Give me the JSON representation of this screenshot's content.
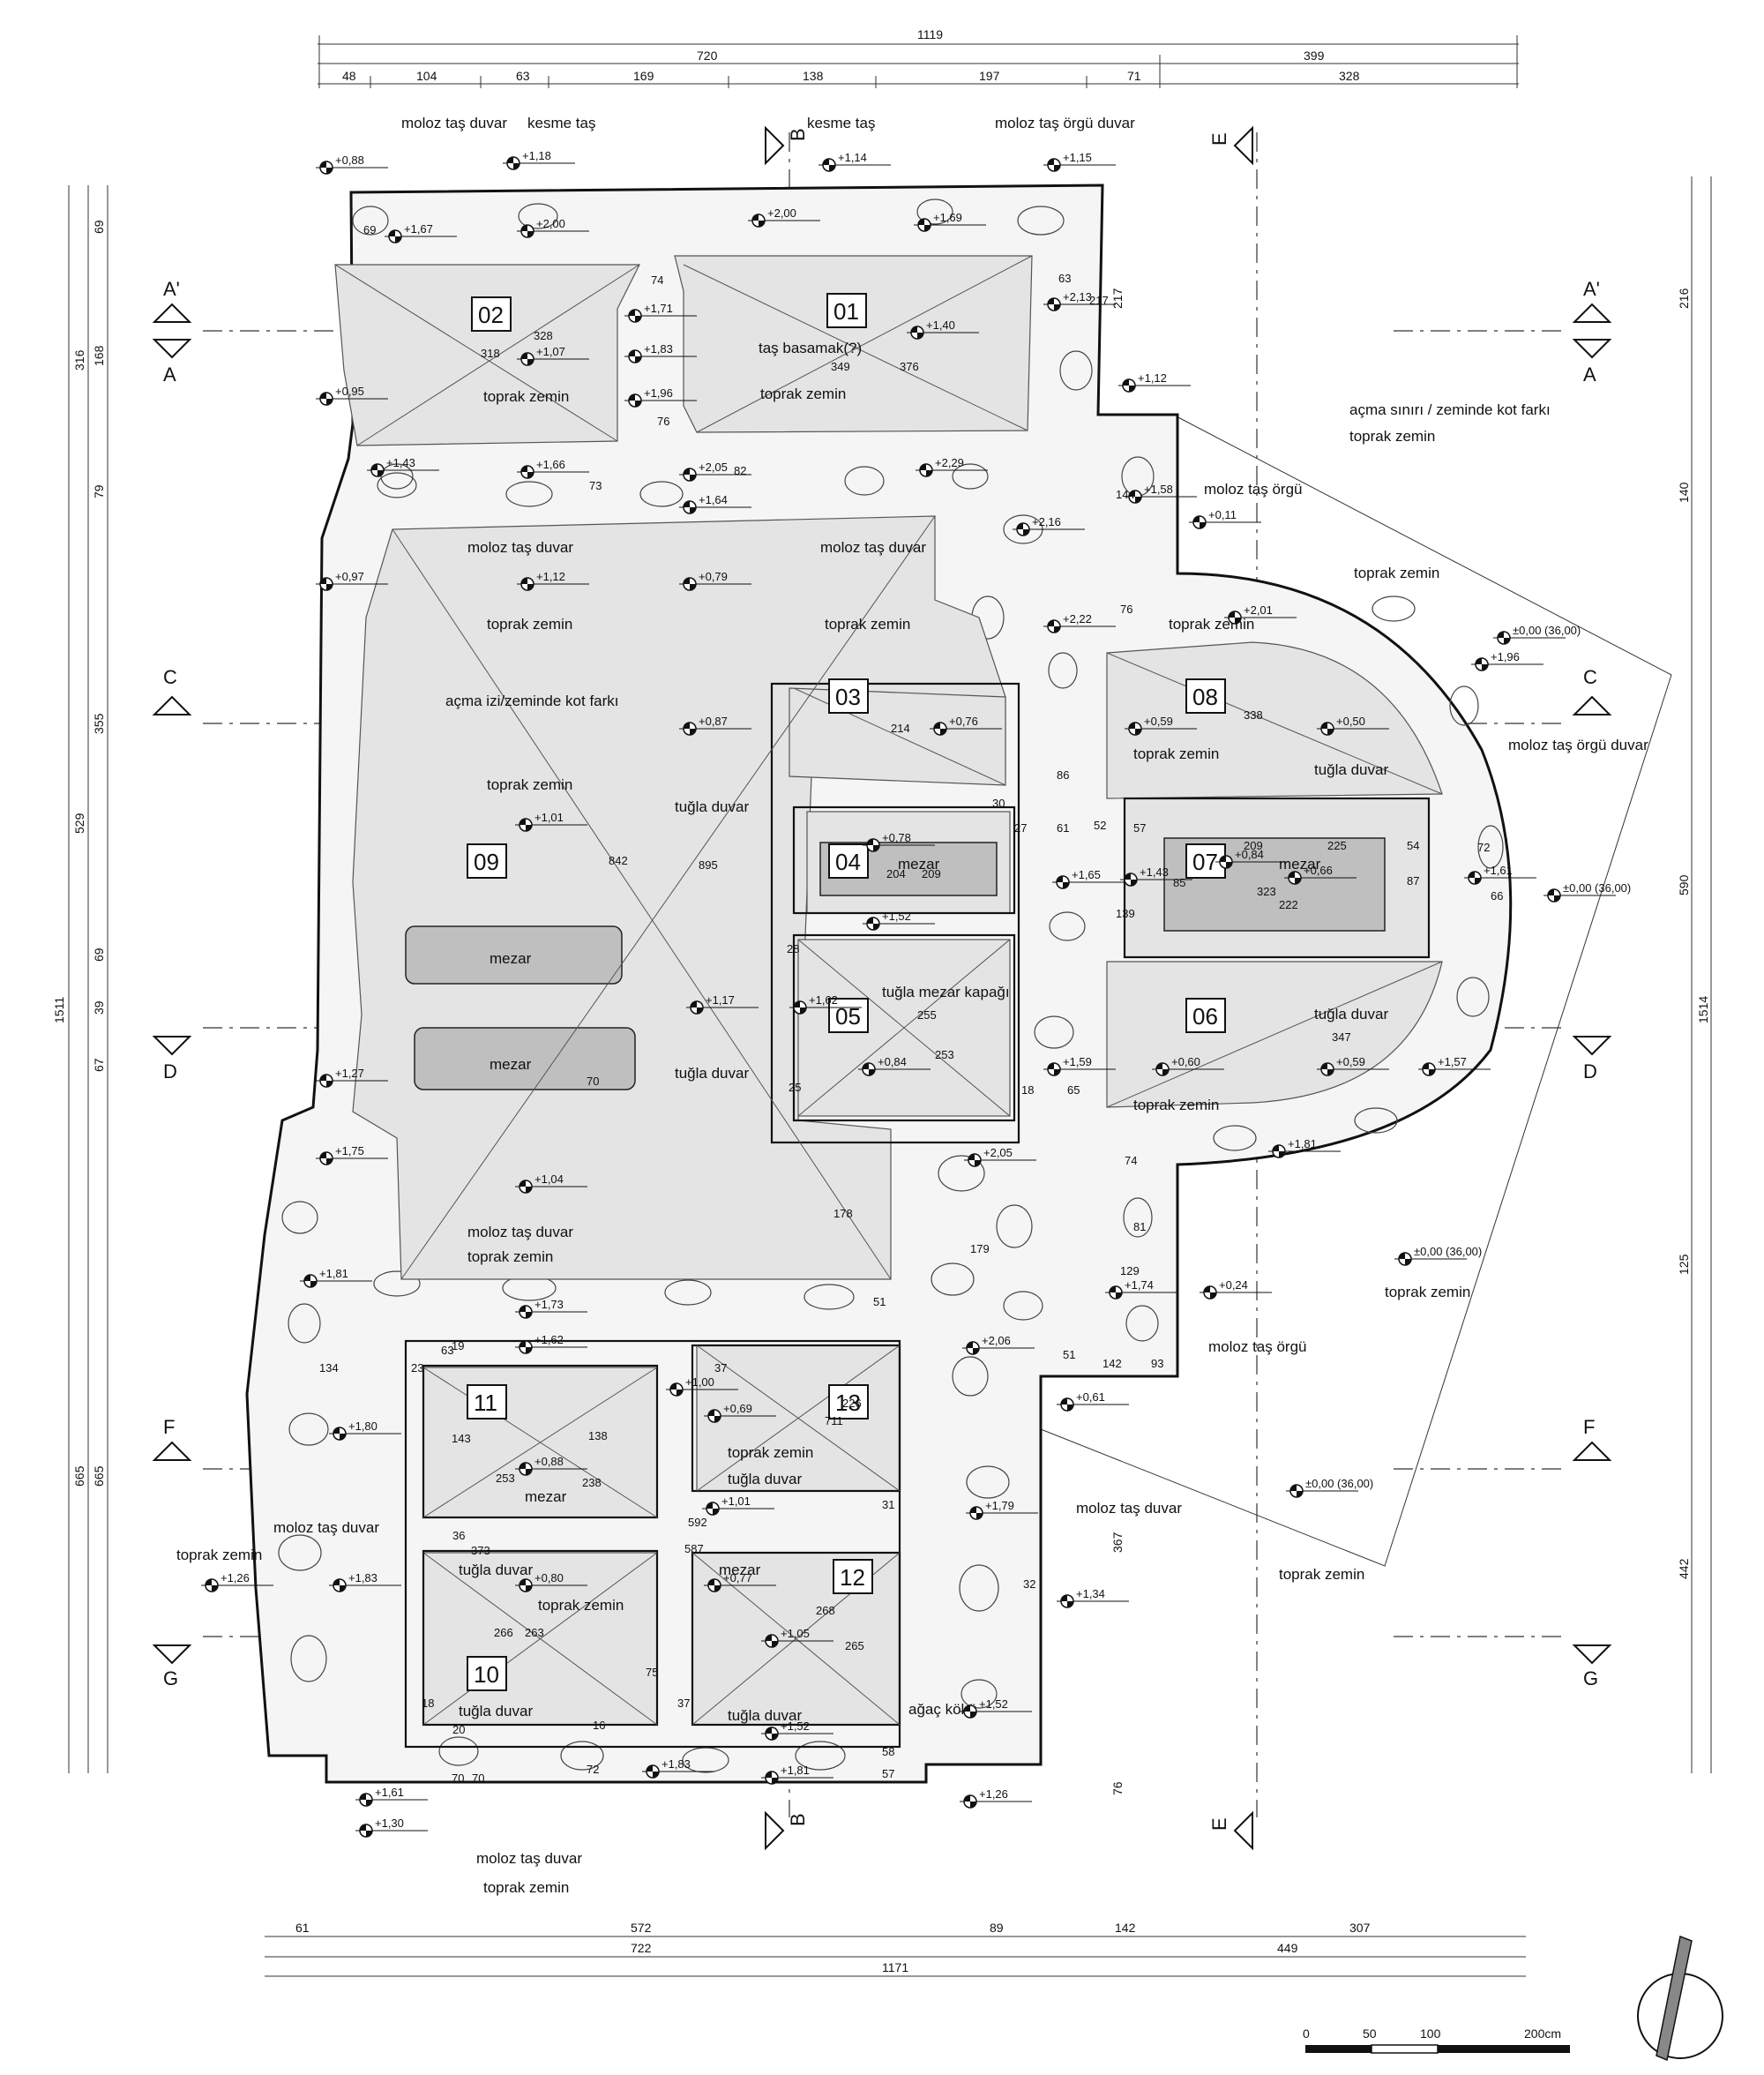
{
  "dimensions": {
    "top_total": "1119",
    "top_groups": [
      "720",
      "399"
    ],
    "top_parts": [
      "48",
      "104",
      "63",
      "169",
      "138",
      "197",
      "71",
      "328"
    ],
    "bottom_parts": [
      "61",
      "572",
      "89",
      "142",
      "307"
    ],
    "bottom_groups": [
      "722",
      "449"
    ],
    "bottom_total": "1171",
    "left_total": "1511",
    "left_groups": [
      "316",
      "529",
      "665"
    ],
    "left_parts": [
      "69",
      "168",
      "79",
      "355",
      "69",
      "39",
      "67",
      "665"
    ],
    "right_total": "1514",
    "right_parts": [
      "216",
      "140",
      "590",
      "125",
      "442"
    ],
    "inner_right": [
      "217",
      "367",
      "76"
    ]
  },
  "sections": [
    "A'",
    "A",
    "C",
    "D",
    "F",
    "G",
    "A'",
    "A",
    "C",
    "D",
    "F",
    "G"
  ],
  "section_marks": [
    "B",
    "B",
    "E",
    "E",
    "B'",
    "B'"
  ],
  "rooms": [
    "01",
    "02",
    "03",
    "04",
    "05",
    "06",
    "07",
    "08",
    "09",
    "10",
    "11",
    "12",
    "13"
  ],
  "labels": {
    "moloz_tas_duvar": "moloz taş duvar",
    "kesme_tas": "kesme taş",
    "moloz_tas_orgu_duvar": "moloz taş örgü duvar",
    "tas_basamak": "taş basamak(?)",
    "toprak_zemin": "toprak zemin",
    "acma_siniri": "açma sınırı / zeminde kot farkı",
    "moloz_tas_orgu": "moloz taş örgü",
    "acma_izi": "açma izi/zeminde kot farkı",
    "tugla_duvar": "tuğla duvar",
    "mezar": "mezar",
    "tugla_mezar_kapagi": "tuğla mezar kapağı",
    "agac_koku": "ağaç kökü"
  },
  "elevations": [
    "+0,88",
    "+1,18",
    "+1,14",
    "+1,15",
    "+1,67",
    "+2,00",
    "+2,00",
    "+1,69",
    "+1,71",
    "+1,83",
    "+1,96",
    "+1,07",
    "+0,95",
    "+1,40",
    "+2,13",
    "+1,12",
    "+1,43",
    "+1,66",
    "+2,05",
    "+1,64",
    "+2,29",
    "+1,58",
    "+0,11",
    "+2,16",
    "+0,97",
    "+1,12",
    "+0,79",
    "+2,22",
    "+2,01",
    "+0,87",
    "+0,76",
    "+0,59",
    "+0,50",
    "+1,96",
    "±0,00 (36,00)",
    "+1,01",
    "+0,78",
    "+0,84",
    "+0,66",
    "+1,65",
    "+1,43",
    "+1,61",
    "±0,00 (36,00)",
    "+1,52",
    "+1,62",
    "+1,17",
    "+0,84",
    "+1,27",
    "+1,59",
    "+0,60",
    "+0,59",
    "+1,57",
    "+1,75",
    "+2,05",
    "+1,81",
    "+1,04",
    "+1,74",
    "+0,24",
    "±0,00 (36,00)",
    "+1,81",
    "+1,73",
    "+1,62",
    "+2,06",
    "+1,00",
    "+0,69",
    "+0,61",
    "+1,80",
    "+0,88",
    "±0,00 (36,00)",
    "+1,01",
    "+1,79",
    "+1,26",
    "+1,83",
    "+0,80",
    "+0,77",
    "+1,34",
    "+1,05",
    "+1,52",
    "+1,52",
    "+1,83",
    "+1,81",
    "+1,61",
    "+1,26",
    "+1,30"
  ],
  "measures": [
    "74",
    "69",
    "63",
    "217",
    "328",
    "318",
    "349",
    "376",
    "76",
    "82",
    "73",
    "144",
    "76",
    "214",
    "86",
    "61",
    "30",
    "27",
    "57",
    "209",
    "225",
    "54",
    "72",
    "204",
    "209",
    "323",
    "222",
    "87",
    "66",
    "85",
    "139",
    "28",
    "255",
    "253",
    "25",
    "18",
    "65",
    "52",
    "347",
    "338",
    "74",
    "129",
    "81",
    "51",
    "142",
    "93",
    "842",
    "895",
    "178",
    "179",
    "134",
    "23",
    "19",
    "37",
    "226",
    "711",
    "143",
    "138",
    "253",
    "238",
    "36",
    "373",
    "592",
    "587",
    "266",
    "263",
    "268",
    "265",
    "31",
    "18",
    "37",
    "20",
    "16",
    "72",
    "75",
    "70",
    "70",
    "58",
    "57",
    "32",
    "51",
    "63",
    "70"
  ],
  "scale": [
    "0",
    "50",
    "100",
    "200cm"
  ]
}
